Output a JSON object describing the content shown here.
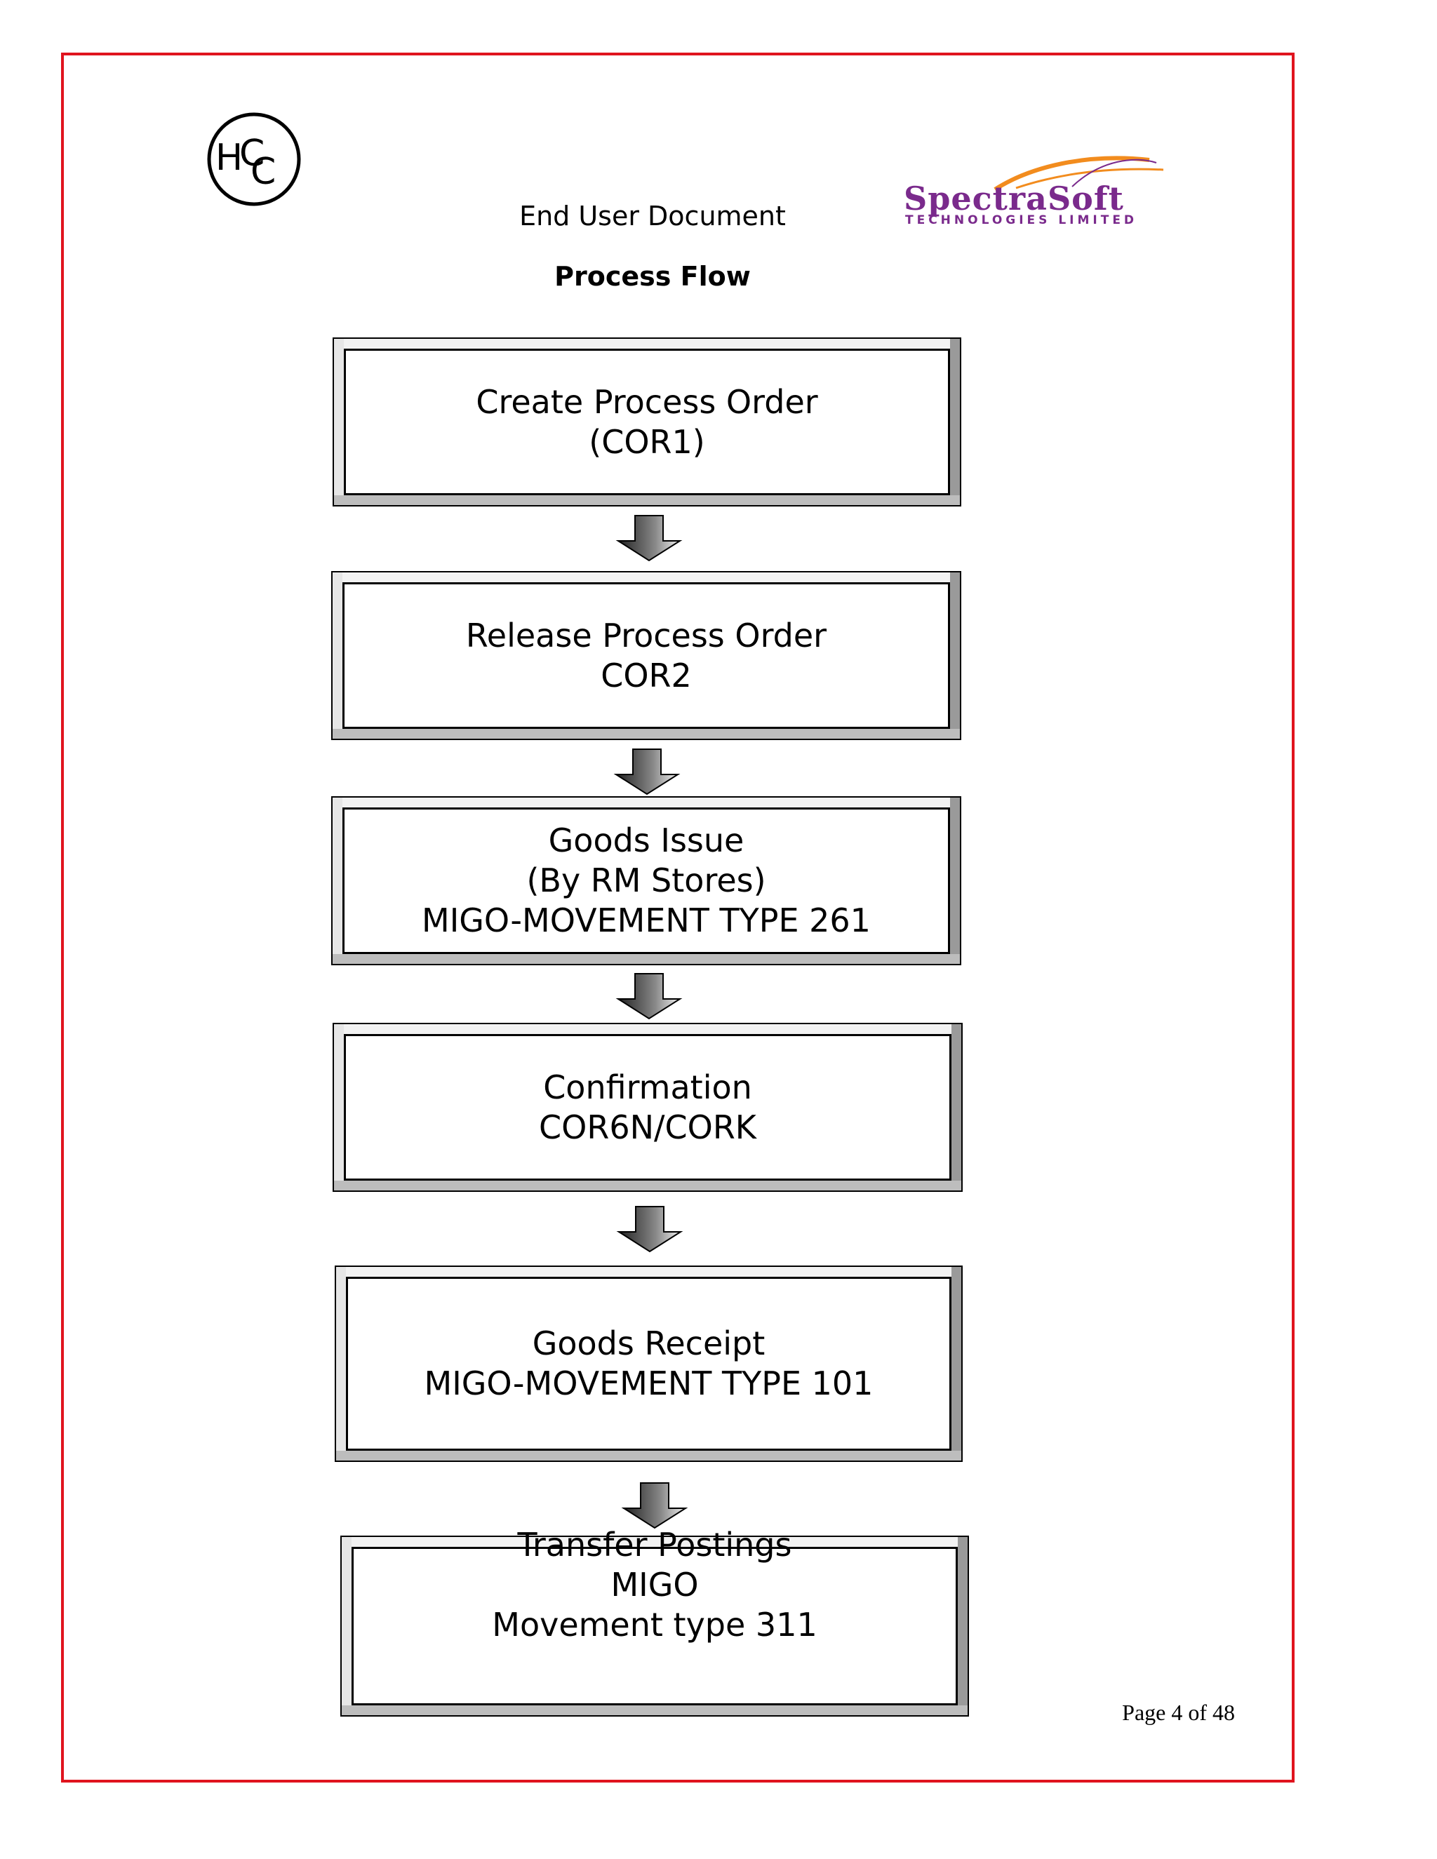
{
  "header": {
    "doc_type": "End User Document",
    "section_title": "Process Flow"
  },
  "logos": {
    "left_logo_icon": "hcc-logo",
    "right_logo_name": "SpectraSoft",
    "right_logo_subtitle": "TECHNOLOGIES LIMITED"
  },
  "flow": {
    "steps": [
      {
        "lines": [
          "Create Process Order",
          "(COR1)"
        ]
      },
      {
        "lines": [
          "Release Process Order",
          "COR2"
        ]
      },
      {
        "lines": [
          "Goods Issue",
          "(By RM Stores)",
          "MIGO-MOVEMENT TYPE 261"
        ]
      },
      {
        "lines": [
          "Confirmation",
          "COR6N/CORK"
        ]
      },
      {
        "lines": [
          "Goods Receipt",
          "MIGO-MOVEMENT TYPE 101"
        ]
      },
      {
        "lines": [
          "Transfer Postings",
          "MIGO",
          "Movement type 311"
        ]
      }
    ],
    "arrow_icon": "down-arrow-icon"
  },
  "footer": {
    "page_label": "Page 4 of 48"
  },
  "colors": {
    "frame": "#e0141e",
    "brand_purple": "#7a2a8c",
    "brand_orange": "#f28c1e"
  }
}
